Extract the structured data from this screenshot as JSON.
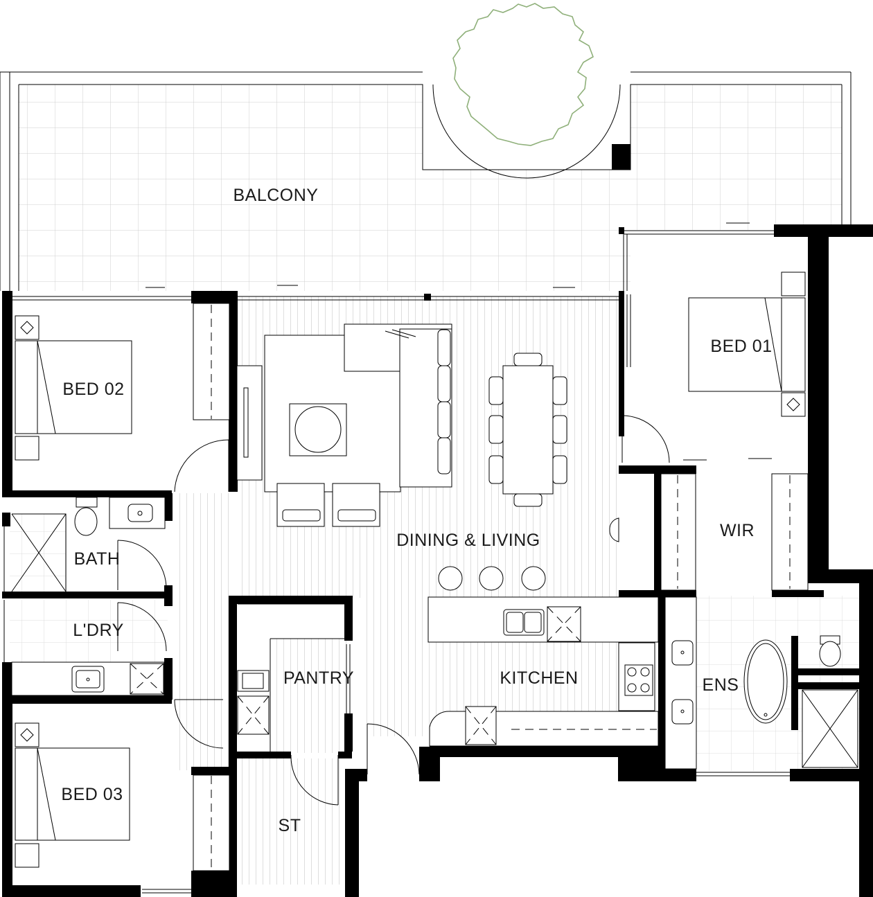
{
  "rooms": {
    "balcony": "BALCONY",
    "bed01": "BED 01",
    "bed02": "BED 02",
    "bed03": "BED 03",
    "dining_living": "DINING & LIVING",
    "bath": "BATH",
    "laundry": "L'DRY",
    "pantry": "PANTRY",
    "kitchen": "KITCHEN",
    "wir": "WIR",
    "ens": "ENS",
    "st": "ST"
  },
  "colors": {
    "walls": "#000000",
    "tree_outline": "#8fb07a",
    "tile_grid": "#cfcfcf",
    "floorboard_lines": "#bdbdbd"
  }
}
